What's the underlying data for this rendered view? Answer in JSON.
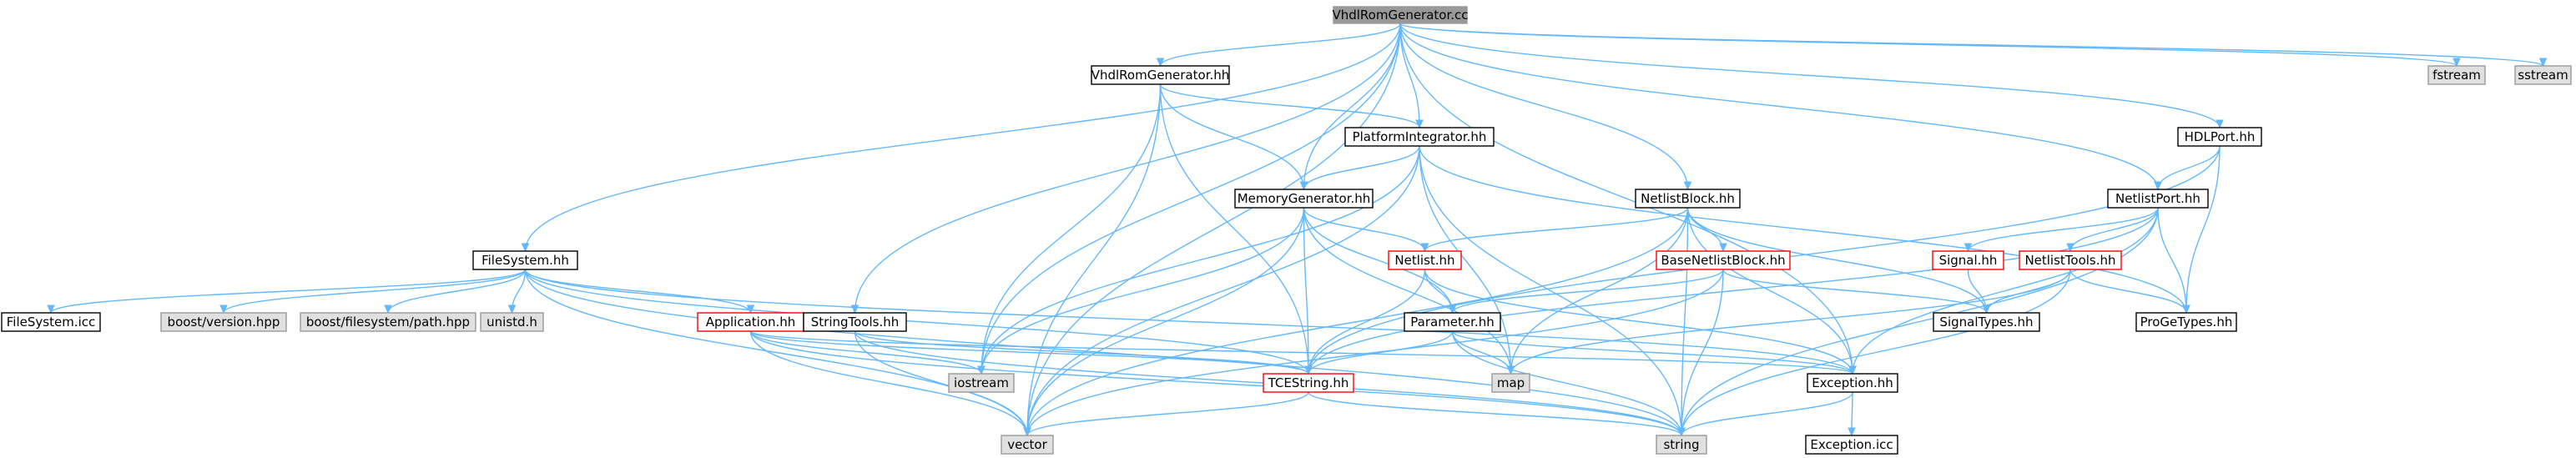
{
  "colors": {
    "edge": "#63b8ff",
    "root_fill": "#999999",
    "local_fill": "#ffffff",
    "local_border": "#000000",
    "incomplete_border": "#ff0000",
    "system_fill": "#e0e0e0",
    "system_border": "#999999"
  },
  "nodes": [
    {
      "id": "root",
      "label": "VhdlRomGenerator.cc",
      "kind": "root"
    },
    {
      "id": "fstream",
      "label": "fstream",
      "kind": "system"
    },
    {
      "id": "sstream",
      "label": "sstream",
      "kind": "system"
    },
    {
      "id": "vrg_hh",
      "label": "VhdlRomGenerator.hh",
      "kind": "local"
    },
    {
      "id": "platform",
      "label": "PlatformIntegrator.hh",
      "kind": "local"
    },
    {
      "id": "hdlport",
      "label": "HDLPort.hh",
      "kind": "local"
    },
    {
      "id": "memgen",
      "label": "MemoryGenerator.hh",
      "kind": "local"
    },
    {
      "id": "netlistblock",
      "label": "NetlistBlock.hh",
      "kind": "local"
    },
    {
      "id": "netlistport",
      "label": "NetlistPort.hh",
      "kind": "local"
    },
    {
      "id": "filesystem_hh",
      "label": "FileSystem.hh",
      "kind": "local"
    },
    {
      "id": "netlist",
      "label": "Netlist.hh",
      "kind": "incomplete"
    },
    {
      "id": "basenetlist",
      "label": "BaseNetlistBlock.hh",
      "kind": "incomplete"
    },
    {
      "id": "signal",
      "label": "Signal.hh",
      "kind": "incomplete"
    },
    {
      "id": "netlisttools",
      "label": "NetlistTools.hh",
      "kind": "incomplete"
    },
    {
      "id": "filesystem_icc",
      "label": "FileSystem.icc",
      "kind": "local"
    },
    {
      "id": "boostver",
      "label": "boost/version.hpp",
      "kind": "system"
    },
    {
      "id": "boostfs",
      "label": "boost/filesystem/path.hpp",
      "kind": "system"
    },
    {
      "id": "unistd",
      "label": "unistd.h",
      "kind": "system"
    },
    {
      "id": "application",
      "label": "Application.hh",
      "kind": "incomplete"
    },
    {
      "id": "stringtools",
      "label": "StringTools.hh",
      "kind": "local"
    },
    {
      "id": "parameter",
      "label": "Parameter.hh",
      "kind": "local"
    },
    {
      "id": "signaltypes",
      "label": "SignalTypes.hh",
      "kind": "local"
    },
    {
      "id": "progetypes",
      "label": "ProGeTypes.hh",
      "kind": "local"
    },
    {
      "id": "iostream",
      "label": "iostream",
      "kind": "system"
    },
    {
      "id": "tcestring",
      "label": "TCEString.hh",
      "kind": "incomplete"
    },
    {
      "id": "map",
      "label": "map",
      "kind": "system"
    },
    {
      "id": "exception",
      "label": "Exception.hh",
      "kind": "local"
    },
    {
      "id": "vector",
      "label": "vector",
      "kind": "system"
    },
    {
      "id": "string",
      "label": "string",
      "kind": "system"
    },
    {
      "id": "exception_icc",
      "label": "Exception.icc",
      "kind": "local"
    }
  ],
  "edges": [
    [
      "root",
      "vrg_hh"
    ],
    [
      "root",
      "platform"
    ],
    [
      "root",
      "memgen"
    ],
    [
      "root",
      "netlistblock"
    ],
    [
      "root",
      "netlistport"
    ],
    [
      "root",
      "hdlport"
    ],
    [
      "root",
      "fstream"
    ],
    [
      "root",
      "sstream"
    ],
    [
      "root",
      "filesystem_hh"
    ],
    [
      "root",
      "stringtools"
    ],
    [
      "root",
      "iostream"
    ],
    [
      "root",
      "vector"
    ],
    [
      "root",
      "exception"
    ],
    [
      "vrg_hh",
      "platform"
    ],
    [
      "vrg_hh",
      "memgen"
    ],
    [
      "vrg_hh",
      "tcestring"
    ],
    [
      "vrg_hh",
      "vector"
    ],
    [
      "vrg_hh",
      "iostream"
    ],
    [
      "platform",
      "memgen"
    ],
    [
      "platform",
      "iostream"
    ],
    [
      "platform",
      "map"
    ],
    [
      "platform",
      "string"
    ],
    [
      "platform",
      "progetypes"
    ],
    [
      "platform",
      "vector"
    ],
    [
      "memgen",
      "netlist"
    ],
    [
      "memgen",
      "parameter"
    ],
    [
      "memgen",
      "tcestring"
    ],
    [
      "memgen",
      "map"
    ],
    [
      "memgen",
      "iostream"
    ],
    [
      "memgen",
      "vector"
    ],
    [
      "netlistblock",
      "netlist"
    ],
    [
      "netlistblock",
      "basenetlist"
    ],
    [
      "netlistblock",
      "signaltypes"
    ],
    [
      "netlistblock",
      "exception"
    ],
    [
      "netlistblock",
      "map"
    ],
    [
      "netlistblock",
      "string"
    ],
    [
      "netlistblock",
      "vector"
    ],
    [
      "netlistport",
      "signal"
    ],
    [
      "netlistport",
      "netlisttools"
    ],
    [
      "netlistport",
      "progetypes"
    ],
    [
      "netlistport",
      "exception"
    ],
    [
      "netlistport",
      "string"
    ],
    [
      "netlistport",
      "tcestring"
    ],
    [
      "hdlport",
      "netlistport"
    ],
    [
      "hdlport",
      "progetypes"
    ],
    [
      "hdlport",
      "tcestring"
    ],
    [
      "filesystem_hh",
      "filesystem_icc"
    ],
    [
      "filesystem_hh",
      "boostver"
    ],
    [
      "filesystem_hh",
      "boostfs"
    ],
    [
      "filesystem_hh",
      "unistd"
    ],
    [
      "filesystem_hh",
      "application"
    ],
    [
      "filesystem_hh",
      "exception"
    ],
    [
      "filesystem_hh",
      "tcestring"
    ],
    [
      "filesystem_hh",
      "vector"
    ],
    [
      "filesystem_hh",
      "string"
    ],
    [
      "netlist",
      "parameter"
    ],
    [
      "netlist",
      "tcestring"
    ],
    [
      "netlist",
      "exception"
    ],
    [
      "basenetlist",
      "parameter"
    ],
    [
      "basenetlist",
      "signaltypes"
    ],
    [
      "basenetlist",
      "string"
    ],
    [
      "basenetlist",
      "vector"
    ],
    [
      "signal",
      "signaltypes"
    ],
    [
      "netlisttools",
      "signaltypes"
    ],
    [
      "netlisttools",
      "progetypes"
    ],
    [
      "netlisttools",
      "map"
    ],
    [
      "netlisttools",
      "string"
    ],
    [
      "application",
      "iostream"
    ],
    [
      "application",
      "tcestring"
    ],
    [
      "application",
      "exception"
    ],
    [
      "application",
      "vector"
    ],
    [
      "application",
      "string"
    ],
    [
      "stringtools",
      "tcestring"
    ],
    [
      "stringtools",
      "vector"
    ],
    [
      "stringtools",
      "string"
    ],
    [
      "parameter",
      "tcestring"
    ],
    [
      "parameter",
      "map"
    ],
    [
      "parameter",
      "exception"
    ],
    [
      "parameter",
      "string"
    ],
    [
      "tcestring",
      "vector"
    ],
    [
      "tcestring",
      "string"
    ],
    [
      "exception",
      "exception_icc"
    ],
    [
      "exception",
      "string"
    ]
  ]
}
